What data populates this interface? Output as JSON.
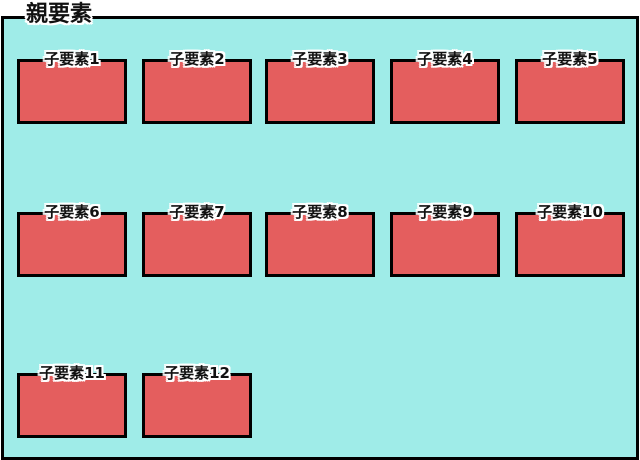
{
  "parent": {
    "label": "親要素"
  },
  "children": [
    {
      "label": "子要素1"
    },
    {
      "label": "子要素2"
    },
    {
      "label": "子要素3"
    },
    {
      "label": "子要素4"
    },
    {
      "label": "子要素5"
    },
    {
      "label": "子要素6"
    },
    {
      "label": "子要素7"
    },
    {
      "label": "子要素8"
    },
    {
      "label": "子要素9"
    },
    {
      "label": "子要素10"
    },
    {
      "label": "子要素11"
    },
    {
      "label": "子要素12"
    }
  ],
  "colors": {
    "parent_fill": "#9fece8",
    "child_fill": "#e45e5e",
    "border": "#000000"
  }
}
